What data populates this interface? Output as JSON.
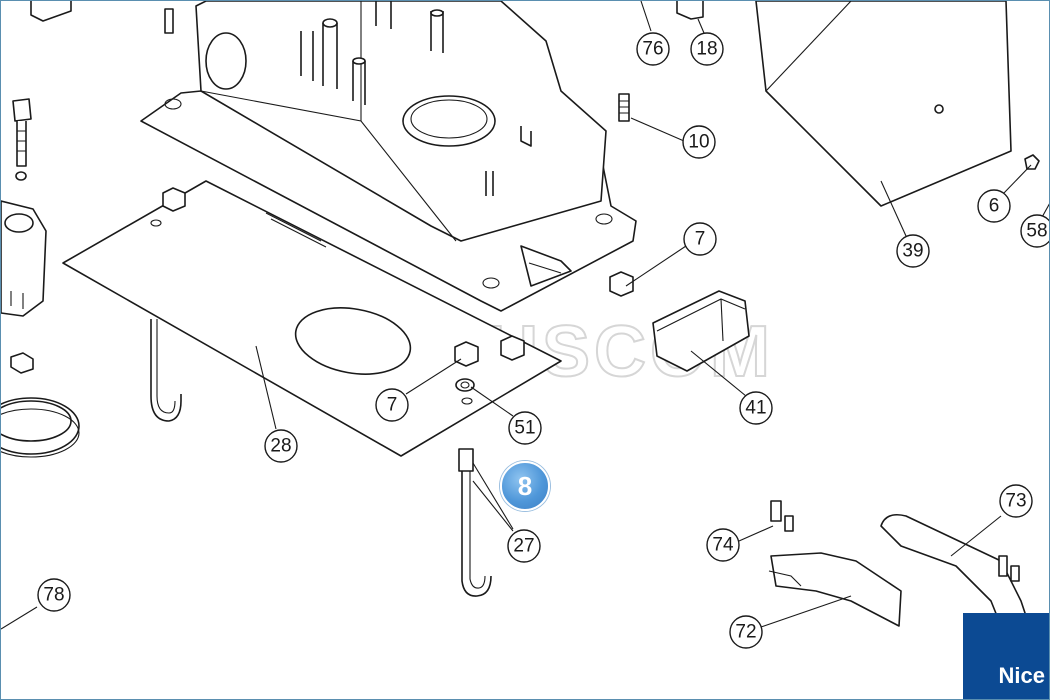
{
  "watermark": {
    "text": "PLUSCOM"
  },
  "badge": {
    "label": "8",
    "color": "#4f97d9"
  },
  "brand": {
    "logo_text": "Nice",
    "color": "#0c4a93"
  },
  "callouts": [
    {
      "id": "76",
      "label": "76"
    },
    {
      "id": "18",
      "label": "18"
    },
    {
      "id": "10",
      "label": "10"
    },
    {
      "id": "6",
      "label": "6"
    },
    {
      "id": "58",
      "label": "58"
    },
    {
      "id": "39",
      "label": "39"
    },
    {
      "id": "7a",
      "label": "7"
    },
    {
      "id": "41",
      "label": "41"
    },
    {
      "id": "7b",
      "label": "7"
    },
    {
      "id": "51",
      "label": "51"
    },
    {
      "id": "28",
      "label": "28"
    },
    {
      "id": "27",
      "label": "27"
    },
    {
      "id": "73",
      "label": "73"
    },
    {
      "id": "74",
      "label": "74"
    },
    {
      "id": "72",
      "label": "72"
    },
    {
      "id": "78",
      "label": "78"
    }
  ]
}
